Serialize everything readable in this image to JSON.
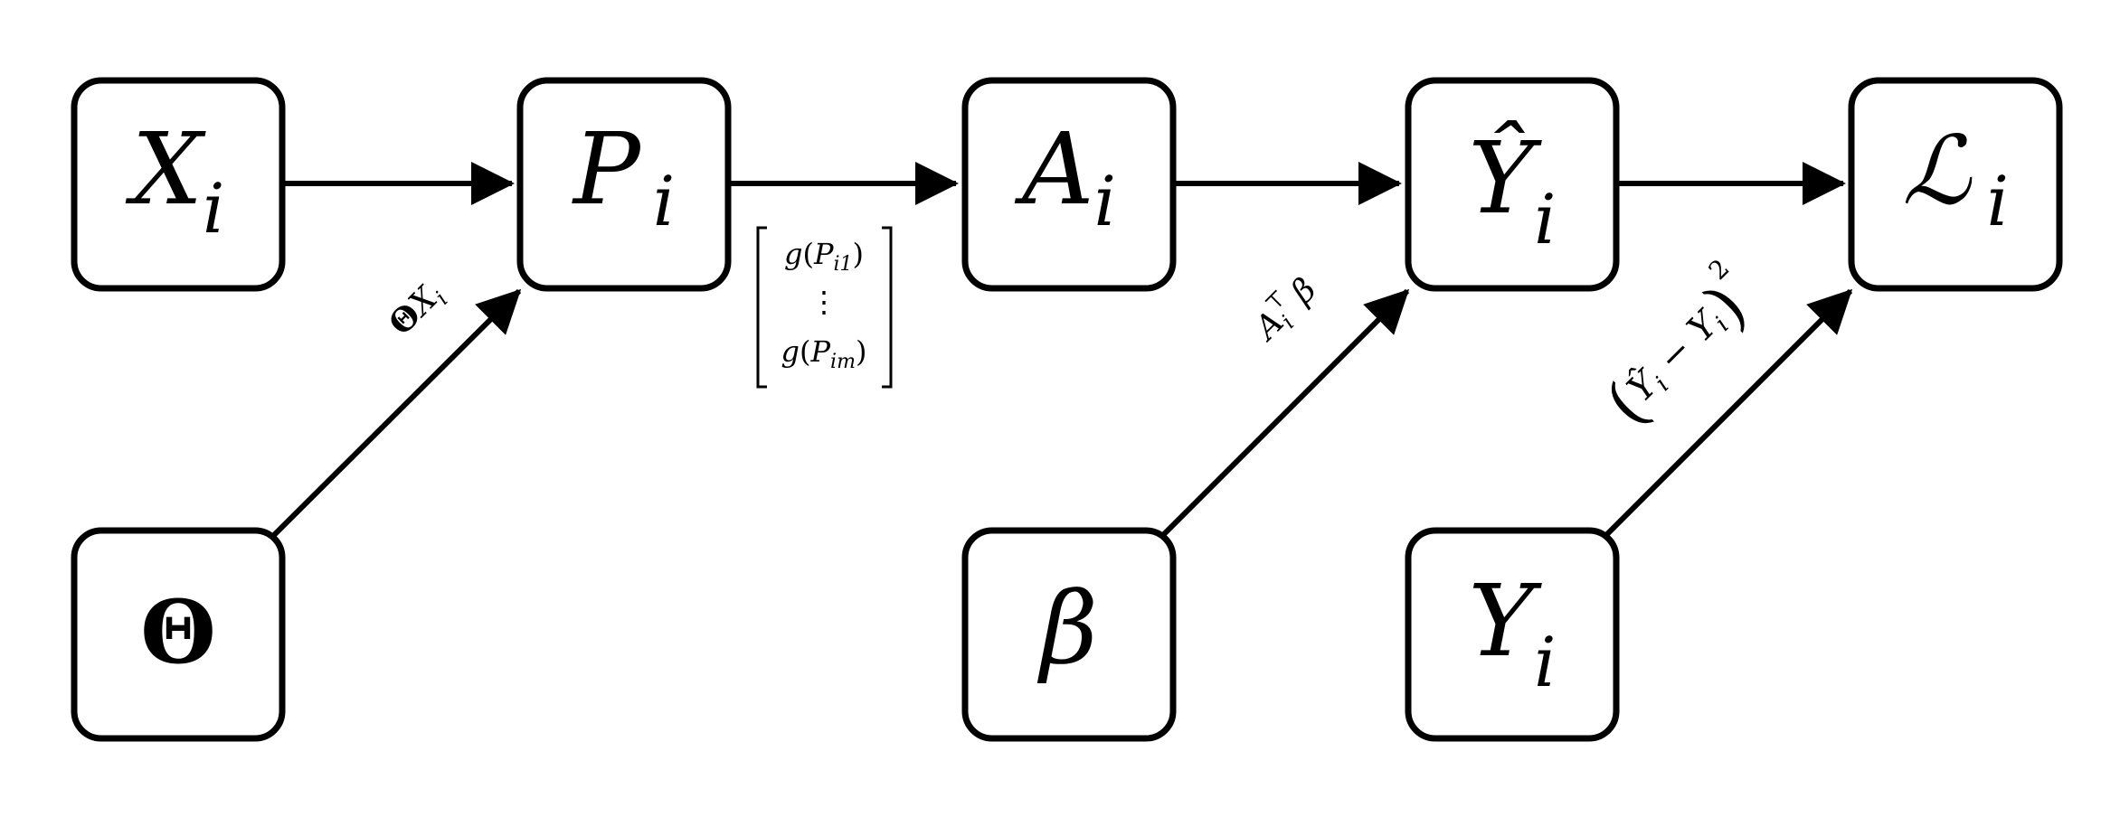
{
  "nodes": {
    "x": {
      "base": "X",
      "sub": "i"
    },
    "p": {
      "base": "P",
      "sub": "i"
    },
    "a": {
      "base": "A",
      "sub": "i"
    },
    "yhat": {
      "base": "Ŷ",
      "sub": "i"
    },
    "loss": {
      "base": "ℒ",
      "sub": "i"
    },
    "theta": {
      "base": "Θ"
    },
    "beta": {
      "base": "β"
    },
    "y": {
      "base": "Y",
      "sub": "i"
    }
  },
  "edge_labels": {
    "theta_x": {
      "a": "Θ",
      "b": "X",
      "c": "i"
    },
    "vector_top": {
      "a": "g",
      "b": "(",
      "c": "P",
      "d": "i1",
      "e": ")"
    },
    "vector_dots": "⋮",
    "vector_bottom": {
      "a": "g",
      "b": "(",
      "c": "P",
      "d": "im",
      "e": ")"
    },
    "a_beta": {
      "a": "A",
      "b": "i",
      "c": "⊤",
      "d": "β"
    },
    "sq_err": {
      "a": "(",
      "b": "Ŷ",
      "c": "i",
      "d": " − ",
      "e": "Y",
      "f": "i",
      "g": ")",
      "h": "2"
    }
  },
  "colors": {
    "stroke": "#000000",
    "fill": "#ffffff"
  }
}
